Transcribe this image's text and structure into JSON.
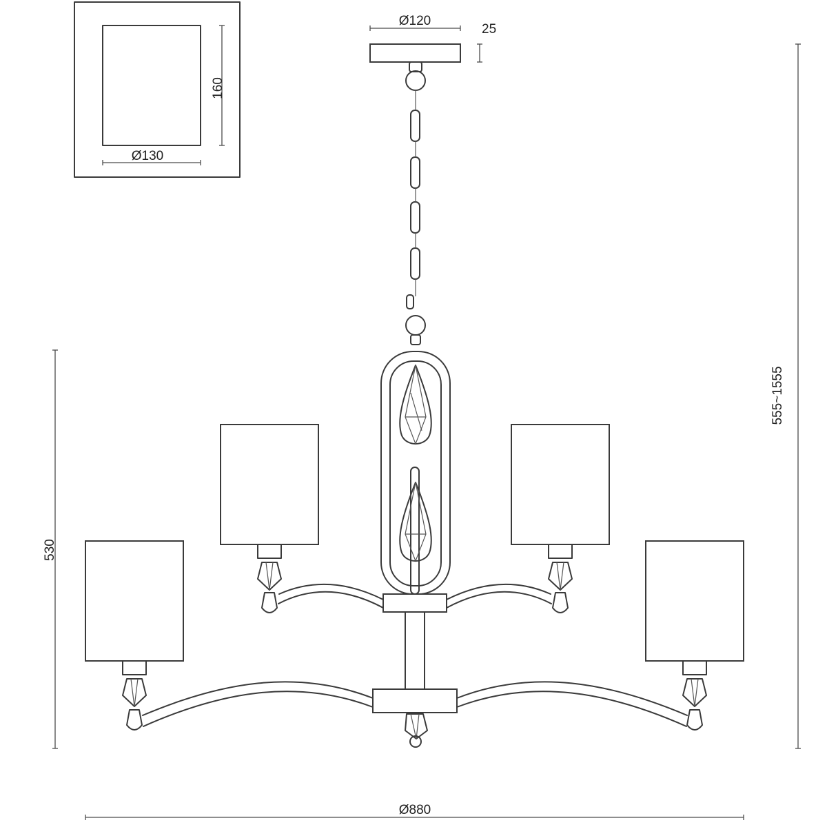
{
  "inset": {
    "shade_height": "160",
    "shade_diameter": "Ø130"
  },
  "canopy": {
    "diameter": "Ø120",
    "height": "25"
  },
  "overall": {
    "body_height": "530",
    "hanging_height": "555~1555",
    "diameter": "Ø880"
  },
  "colors": {
    "line": "#3a3a3a",
    "background": "#ffffff"
  }
}
